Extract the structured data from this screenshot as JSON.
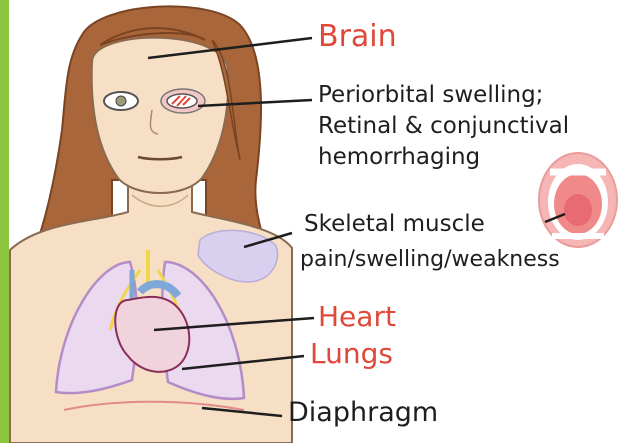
{
  "labels": {
    "brain": "Brain",
    "eye_line1": "Periorbital swelling;",
    "eye_line2": "Retinal & conjunctival",
    "eye_line3": "hemorrhaging",
    "muscle_line1": "Skeletal muscle",
    "muscle_line2": "pain/swelling/weakness",
    "heart": "Heart",
    "lungs": "Lungs",
    "diaphragm": "Diaphragm"
  },
  "colors": {
    "accent_bar": "#8cc63f",
    "red_label": "#e0483a",
    "dark_label": "#1e1e1e",
    "hair": "#a8663a",
    "skin": "#f6dfc4",
    "lung_outline": "#b48cc8",
    "lung_fill": "#ead9ef",
    "heart_outline": "#8a2f5a",
    "vessels_blue": "#7fa8d8",
    "vessels_yellow": "#f2d64a",
    "muscle_patch": "#d9d0ef",
    "mouth": "#f08a8a"
  }
}
